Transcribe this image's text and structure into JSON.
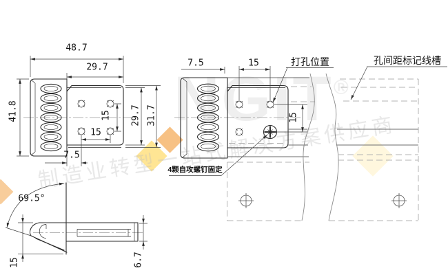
{
  "sheet": {
    "front_view": {
      "width_outer": "48.7",
      "width_plate": "29.7",
      "height_outer": "41.8",
      "hole_pitch_v": "15",
      "hole_pitch_h": "15",
      "plate_height": "29.7",
      "overall_height": "31.7",
      "edge_to_hole": "7.5"
    },
    "side_view": {
      "angle": "69.5°",
      "tip_height": "15",
      "bar_thickness": "6.7"
    },
    "mount_view": {
      "edge_to_hole": "7.5",
      "hole_pitch_h": "15",
      "hole_pitch_v": "15"
    },
    "callouts": {
      "drill_position": "打孔位置",
      "pitch_groove": "孔间距标记线槽",
      "screw_note": "4颗自攻螺钉固定"
    },
    "watermark": {
      "logo": "NGIT",
      "registered": "®",
      "slogan": "制造业转型一站式解决方案供应商"
    },
    "colors": {
      "outline": "#2b2b2b",
      "hidden_line": "#b3b3b3",
      "center_line": "#9a9a9a",
      "watermark_orange": "#f29b38",
      "watermark_yellow": "#ffd34d"
    }
  }
}
